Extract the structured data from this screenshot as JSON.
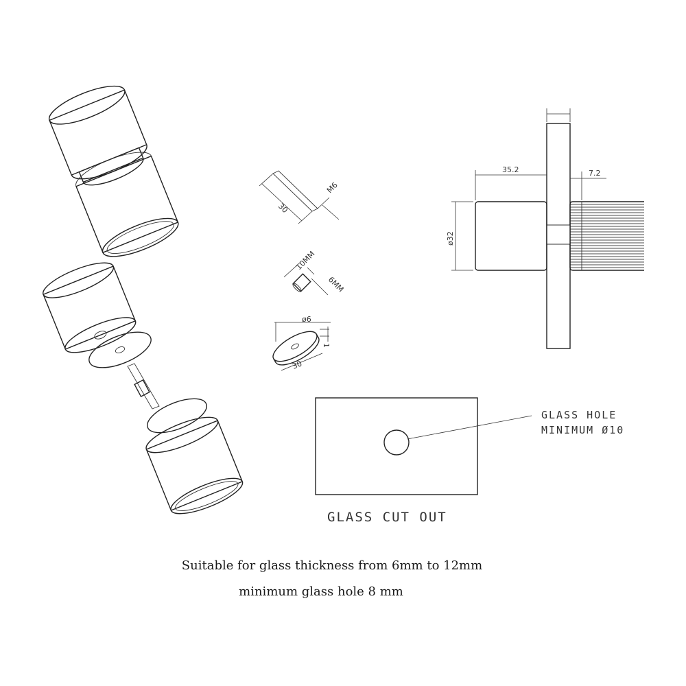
{
  "dimensions": {
    "stud_length": "30",
    "stud_thread": "M6",
    "spacer_length": "10MM",
    "spacer_diameter": "6MM",
    "washer_hole": "ø6",
    "washer_diameter": "30",
    "washer_thickness": "1",
    "knob_length": "35.2",
    "knob_gap": "7.2",
    "knob_diameter": "ø32"
  },
  "glass_cutout": {
    "hole_label_line1": "GLASS HOLE",
    "hole_label_line2": "MINIMUM Ø10",
    "title": "GLASS CUT OUT"
  },
  "captions": {
    "line1": "Suitable for glass thickness from 6mm to 12mm",
    "line2": "minimum glass hole 8 mm"
  }
}
